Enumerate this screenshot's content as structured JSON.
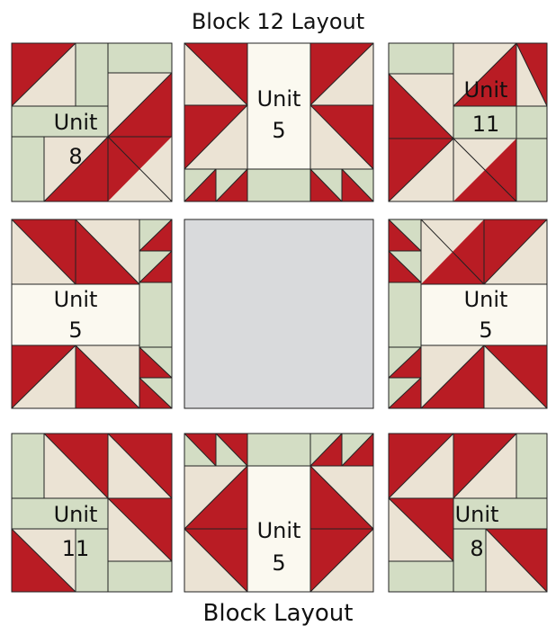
{
  "title": "Block 12 Layout",
  "caption": "Block Layout",
  "unit_word": "Unit",
  "colors": {
    "red": "#b91c24",
    "cream": "#ebe3d4",
    "green": "#d3ddc4",
    "white": "#fbf9f0",
    "center": "#d9dadc",
    "line": "#222222"
  },
  "blocks": [
    {
      "row": 1,
      "col": 1,
      "unit": "8"
    },
    {
      "row": 1,
      "col": 2,
      "unit": "5"
    },
    {
      "row": 1,
      "col": 3,
      "unit": "11"
    },
    {
      "row": 2,
      "col": 1,
      "unit": "5"
    },
    {
      "row": 2,
      "col": 2,
      "unit": ""
    },
    {
      "row": 2,
      "col": 3,
      "unit": "5"
    },
    {
      "row": 3,
      "col": 1,
      "unit": "11"
    },
    {
      "row": 3,
      "col": 2,
      "unit": "5"
    },
    {
      "row": 3,
      "col": 3,
      "unit": "8"
    }
  ]
}
